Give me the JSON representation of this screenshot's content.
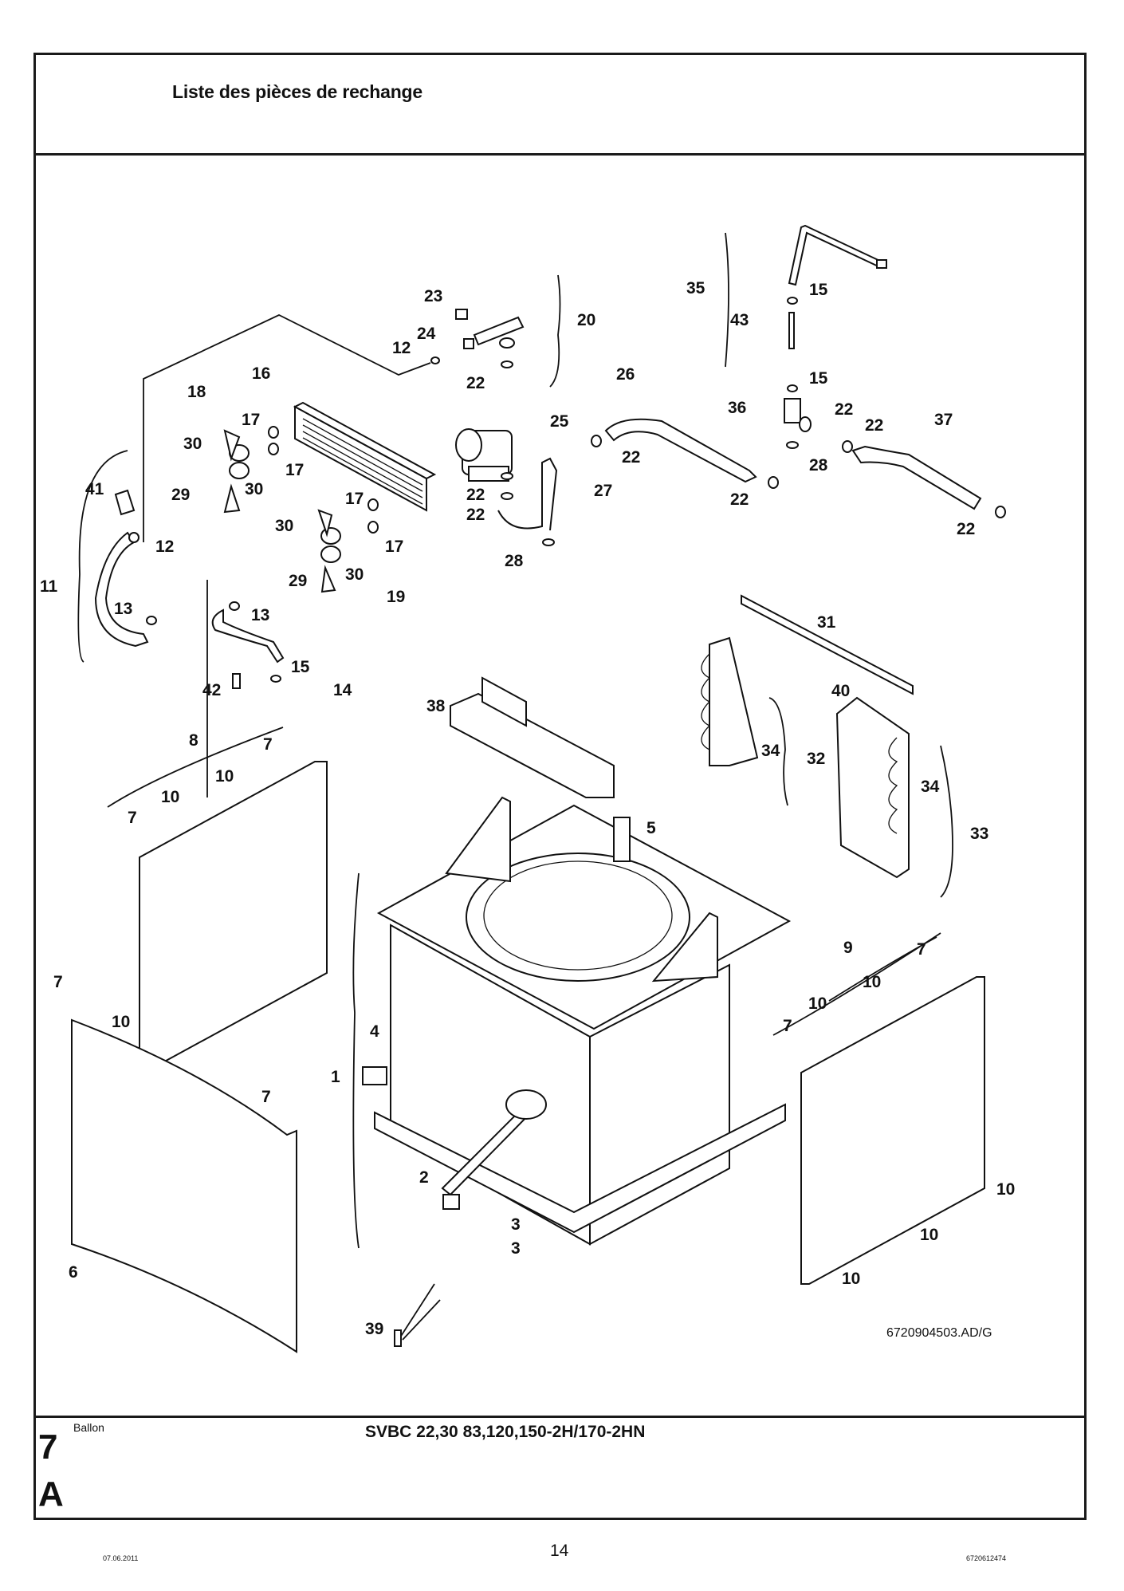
{
  "header": {
    "title": "Liste des pièces de rechange"
  },
  "footer_box": {
    "section_name": "Ballon",
    "section_number": "7",
    "section_letter": "A",
    "model": "SVBC 22,30 83,120,150-2H/170-2HN"
  },
  "drawing": {
    "reference": "6720904503.AD/G",
    "callouts": [
      {
        "id": "c1",
        "text": "1"
      },
      {
        "id": "c2",
        "text": "2"
      },
      {
        "id": "c3a",
        "text": "3"
      },
      {
        "id": "c3b",
        "text": "3"
      },
      {
        "id": "c4",
        "text": "4"
      },
      {
        "id": "c5",
        "text": "5"
      },
      {
        "id": "c6",
        "text": "6"
      },
      {
        "id": "c7a",
        "text": "7"
      },
      {
        "id": "c7b",
        "text": "7"
      },
      {
        "id": "c7c",
        "text": "7"
      },
      {
        "id": "c7d",
        "text": "7"
      },
      {
        "id": "c7e",
        "text": "7"
      },
      {
        "id": "c7f",
        "text": "7"
      },
      {
        "id": "c8",
        "text": "8"
      },
      {
        "id": "c9",
        "text": "9"
      },
      {
        "id": "c10a",
        "text": "10"
      },
      {
        "id": "c10b",
        "text": "10"
      },
      {
        "id": "c10c",
        "text": "10"
      },
      {
        "id": "c10d",
        "text": "10"
      },
      {
        "id": "c10e",
        "text": "10"
      },
      {
        "id": "c10f",
        "text": "10"
      },
      {
        "id": "c10g",
        "text": "10"
      },
      {
        "id": "c10h",
        "text": "10"
      },
      {
        "id": "c11",
        "text": "11"
      },
      {
        "id": "c12a",
        "text": "12"
      },
      {
        "id": "c12b",
        "text": "12"
      },
      {
        "id": "c13a",
        "text": "13"
      },
      {
        "id": "c13b",
        "text": "13"
      },
      {
        "id": "c14",
        "text": "14"
      },
      {
        "id": "c15a",
        "text": "15"
      },
      {
        "id": "c15b",
        "text": "15"
      },
      {
        "id": "c15c",
        "text": "15"
      },
      {
        "id": "c16",
        "text": "16"
      },
      {
        "id": "c17a",
        "text": "17"
      },
      {
        "id": "c17b",
        "text": "17"
      },
      {
        "id": "c17c",
        "text": "17"
      },
      {
        "id": "c17d",
        "text": "17"
      },
      {
        "id": "c18",
        "text": "18"
      },
      {
        "id": "c19",
        "text": "19"
      },
      {
        "id": "c20",
        "text": "20"
      },
      {
        "id": "c22a",
        "text": "22"
      },
      {
        "id": "c22b",
        "text": "22"
      },
      {
        "id": "c22c",
        "text": "22"
      },
      {
        "id": "c22d",
        "text": "22"
      },
      {
        "id": "c22e",
        "text": "22"
      },
      {
        "id": "c22f",
        "text": "22"
      },
      {
        "id": "c22g",
        "text": "22"
      },
      {
        "id": "c22h",
        "text": "22"
      },
      {
        "id": "c23",
        "text": "23"
      },
      {
        "id": "c24",
        "text": "24"
      },
      {
        "id": "c25",
        "text": "25"
      },
      {
        "id": "c26",
        "text": "26"
      },
      {
        "id": "c27",
        "text": "27"
      },
      {
        "id": "c28a",
        "text": "28"
      },
      {
        "id": "c28b",
        "text": "28"
      },
      {
        "id": "c29a",
        "text": "29"
      },
      {
        "id": "c29b",
        "text": "29"
      },
      {
        "id": "c30a",
        "text": "30"
      },
      {
        "id": "c30b",
        "text": "30"
      },
      {
        "id": "c30c",
        "text": "30"
      },
      {
        "id": "c30d",
        "text": "30"
      },
      {
        "id": "c31",
        "text": "31"
      },
      {
        "id": "c32",
        "text": "32"
      },
      {
        "id": "c33",
        "text": "33"
      },
      {
        "id": "c34a",
        "text": "34"
      },
      {
        "id": "c34b",
        "text": "34"
      },
      {
        "id": "c35",
        "text": "35"
      },
      {
        "id": "c36",
        "text": "36"
      },
      {
        "id": "c37",
        "text": "37"
      },
      {
        "id": "c38",
        "text": "38"
      },
      {
        "id": "c39",
        "text": "39"
      },
      {
        "id": "c40",
        "text": "40"
      },
      {
        "id": "c41",
        "text": "41"
      },
      {
        "id": "c42",
        "text": "42"
      },
      {
        "id": "c43",
        "text": "43"
      }
    ]
  },
  "page_footer": {
    "date": "07.06.2011",
    "page_number": "14",
    "document_number": "6720612474"
  }
}
